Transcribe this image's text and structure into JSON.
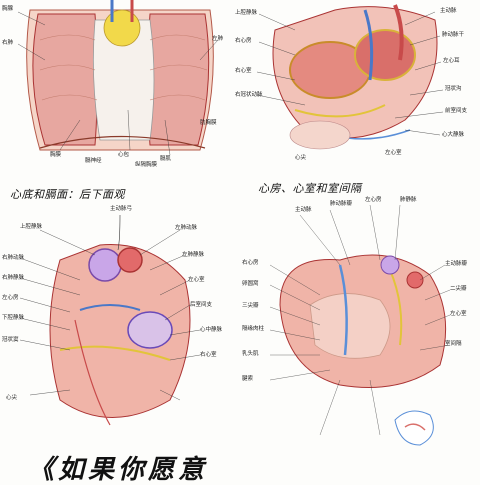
{
  "headings": {
    "bottom_left": "心底和膈面：后下面观",
    "bottom_right": "心房、心室和室间隔"
  },
  "banner": "《如果你愿意",
  "top_left_labels": {
    "left_lung": "左肺",
    "right_lung": "右肺",
    "pericardium": "心包",
    "diaphragm": "膈肌",
    "thymus": "胸腺",
    "pleura": "胸膜",
    "phrenic_nerve": "膈神经",
    "costal": "肋胸膜",
    "mediastinal": "纵隔胸膜"
  },
  "top_right_labels": {
    "a": "上腔静脉",
    "b": "右心房",
    "c": "右心室",
    "d": "肺动脉干",
    "e": "左心耳",
    "f": "主动脉",
    "g": "冠状沟",
    "h": "前室间支",
    "i": "心尖",
    "j": "右冠状动脉",
    "k": "左心室",
    "l": "心大静脉"
  },
  "bottom_left_labels": {
    "a": "主动脉弓",
    "b": "左肺动脉",
    "c": "右肺动脉",
    "d": "上腔静脉",
    "e": "左肺静脉",
    "f": "右肺静脉",
    "g": "左心房",
    "h": "下腔静脉",
    "i": "冠状窦",
    "j": "左心室",
    "k": "右心室",
    "l": "心尖",
    "m": "后室间支",
    "n": "心中静脉"
  },
  "bottom_right_labels": {
    "a": "主动脉",
    "b": "肺动脉瓣",
    "c": "右心房",
    "d": "卵圆窝",
    "e": "三尖瓣",
    "f": "隔缘肉柱",
    "g": "乳头肌",
    "h": "腱索",
    "i": "室间隔",
    "j": "左心室",
    "k": "二尖瓣",
    "l": "主动脉瓣",
    "m": "左心房",
    "n": "肺静脉"
  }
}
